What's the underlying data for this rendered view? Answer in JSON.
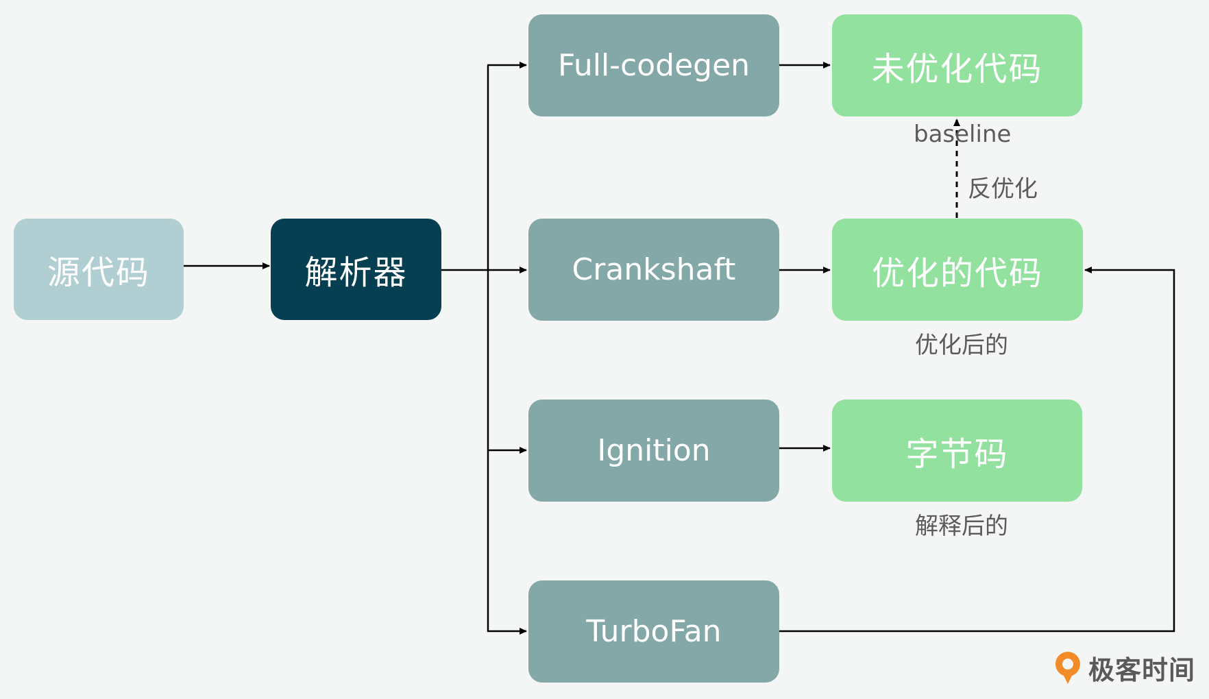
{
  "colors": {
    "source_fill": "#b1cfd2",
    "parser_fill": "#073f52",
    "compiler_fill": "#84a7a8",
    "output_fill": "#93e19f",
    "line": "#000000",
    "label_text": "#5b5b5b",
    "logo_orange": "#f28c28"
  },
  "nodes": {
    "source_code": "源代码",
    "parser": "解析器",
    "full_codegen": "Full-codegen",
    "crankshaft": "Crankshaft",
    "ignition": "Ignition",
    "turbofan": "TurboFan",
    "unoptimized_code": "未优化代码",
    "optimized_code": "优化的代码",
    "bytecode": "字节码"
  },
  "labels": {
    "baseline": "baseline",
    "deoptimize": "反优化",
    "after_optimize": "优化后的",
    "after_interpret": "解释后的"
  },
  "logo": {
    "text": "极客时间",
    "icon": "geektime-logo-icon"
  }
}
